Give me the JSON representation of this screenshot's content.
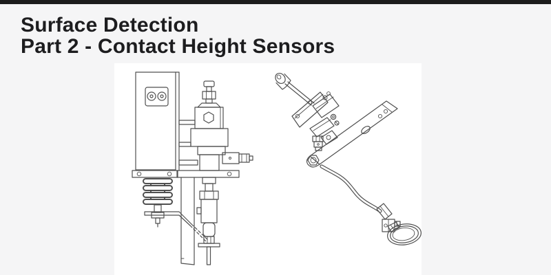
{
  "page": {
    "background_color": "#f5f5f6",
    "top_bar_color": "#1c1c1c"
  },
  "header": {
    "title_line1": "Surface Detection",
    "title_line2": "Part 2 - Contact Height Sensors",
    "text_color": "#1d1d1f"
  },
  "figure_panel": {
    "background_color": "#ffffff",
    "line_color": "#4f4f4f",
    "drawings": [
      {
        "name": "contact-height-sensor-front-view"
      },
      {
        "name": "contact-height-sensor-isometric-view"
      }
    ]
  }
}
